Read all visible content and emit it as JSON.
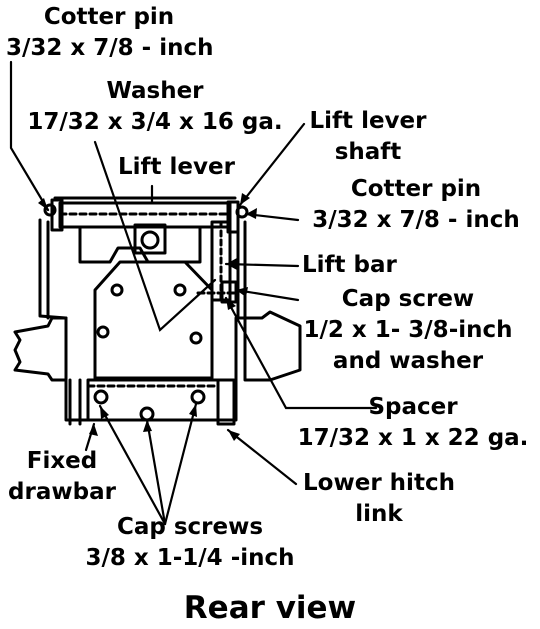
{
  "labels": {
    "cotter_pin_left": {
      "name": "Cotter pin",
      "size": "3/32 x 7/8 - inch"
    },
    "washer": {
      "name": "Washer",
      "size": "17/32 x 3/4 x 16 ga."
    },
    "lift_lever_shaft": {
      "line1": "Lift lever",
      "line2": "shaft"
    },
    "lift_lever": "Lift lever",
    "cotter_pin_right": {
      "name": "Cotter pin",
      "size": "3/32 x 7/8 - inch"
    },
    "lift_bar": "Lift bar",
    "cap_screw": {
      "name": "Cap screw",
      "size": "1/2 x 1- 3/8-inch",
      "extra": "and washer"
    },
    "spacer": {
      "name": "Spacer",
      "size": "17/32 x 1 x 22 ga."
    },
    "fixed_drawbar": {
      "line1": "Fixed",
      "line2": "drawbar"
    },
    "lower_hitch_link": {
      "line1": "Lower hitch",
      "line2": "link"
    },
    "cap_screws": {
      "name": "Cap screws",
      "size": "3/8 x 1-1/4 -inch"
    }
  },
  "caption": "Rear view"
}
